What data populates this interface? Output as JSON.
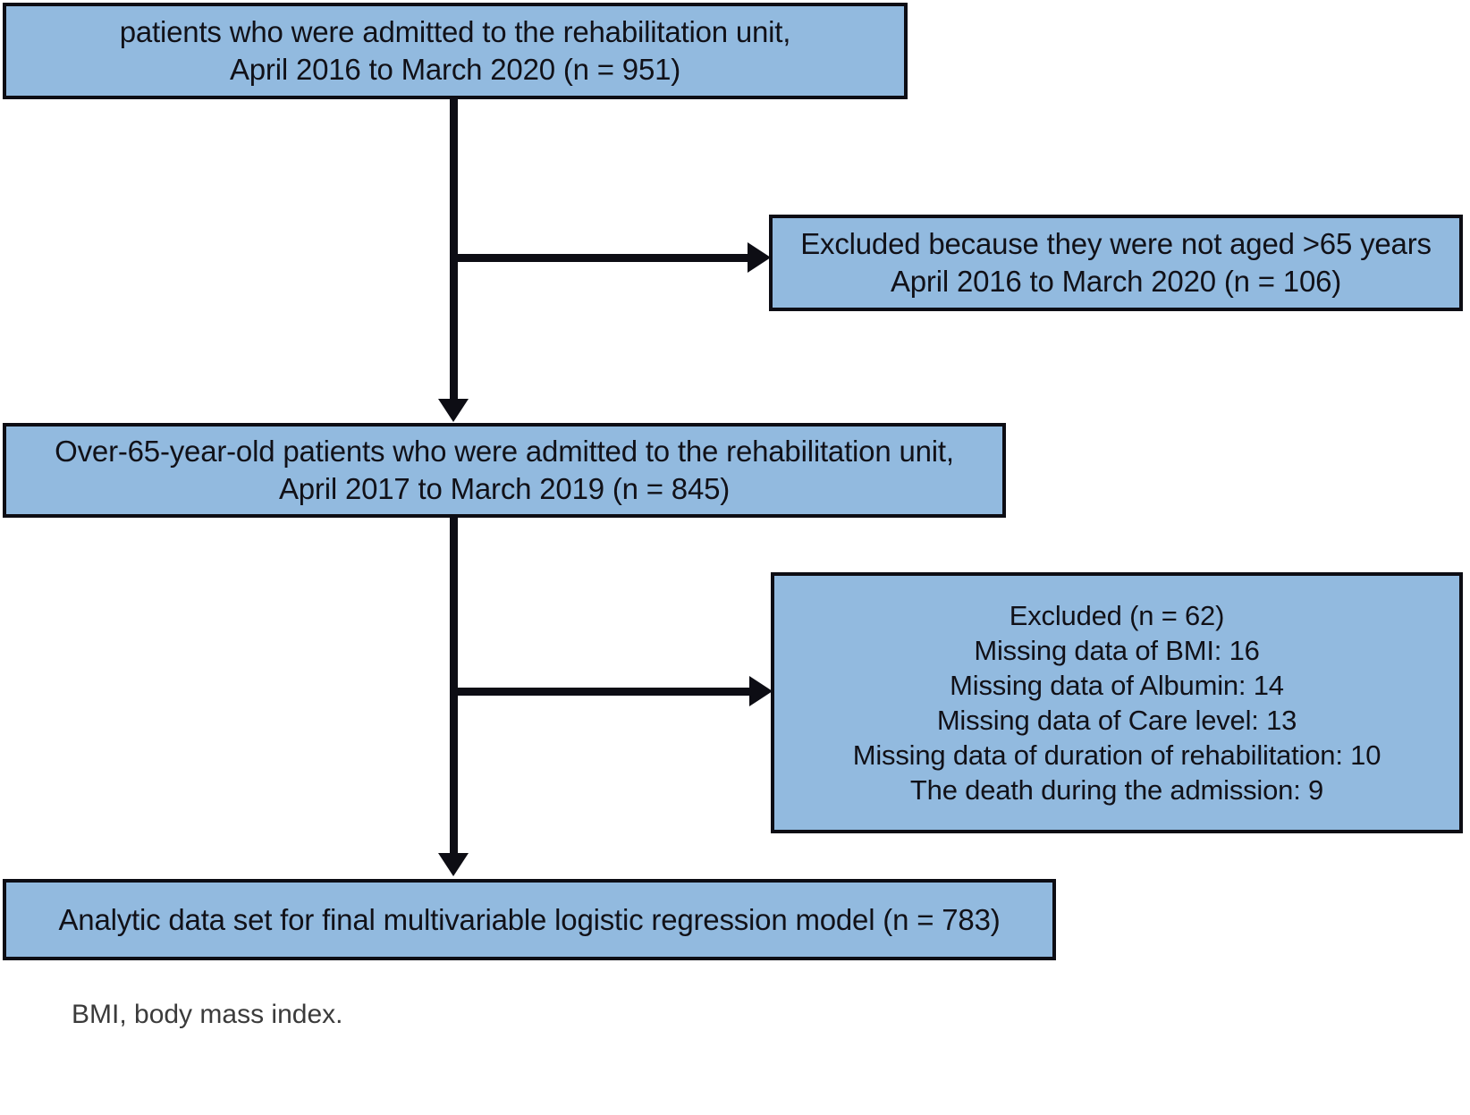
{
  "figure": {
    "type": "study-flow-diagram",
    "colors": {
      "box_fill": "#92badf",
      "box_border": "#0d0d14",
      "connector": "#0d0d14",
      "text": "#111118",
      "footnote_text": "#3b3b3b",
      "background": "#ffffff"
    }
  },
  "boxes": {
    "source": {
      "name": "source-cohort",
      "lines": [
        "patients who were admitted to the rehabilitation unit,",
        "April 2016 to March 2020 (n = 951)"
      ],
      "n": 951
    },
    "excluded_age": {
      "name": "excluded-not-over-65",
      "lines": [
        "Excluded because they were not aged >65 years",
        "April 2016 to March 2020 (n = 106)"
      ],
      "n": 106
    },
    "over65": {
      "name": "over-65-cohort",
      "lines": [
        "Over-65-year-old patients who were admitted to the rehabilitation unit,",
        "April 2017 to March 2019 (n = 845)"
      ],
      "n": 845
    },
    "excluded_detail": {
      "name": "excluded-missing-data",
      "lines": [
        "Excluded (n = 62)",
        "Missing data of BMI: 16",
        "Missing data of Albumin: 14",
        "Missing data of Care level: 13",
        "Missing data of duration of rehabilitation: 10",
        "The death during the admission: 9"
      ],
      "n": 62,
      "reasons": [
        {
          "label": "Missing data of BMI",
          "count": 16
        },
        {
          "label": "Missing data of Albumin",
          "count": 14
        },
        {
          "label": "Missing data of Care level",
          "count": 13
        },
        {
          "label": "Missing data of duration of rehabilitation",
          "count": 10
        },
        {
          "label": "The death during the admission",
          "count": 9
        }
      ]
    },
    "analytic": {
      "name": "analytic-data-set",
      "lines": [
        "Analytic data set for final multivariable logistic regression model (n = 783)"
      ],
      "n": 783
    }
  },
  "footnote": {
    "text": "BMI, body mass index."
  }
}
